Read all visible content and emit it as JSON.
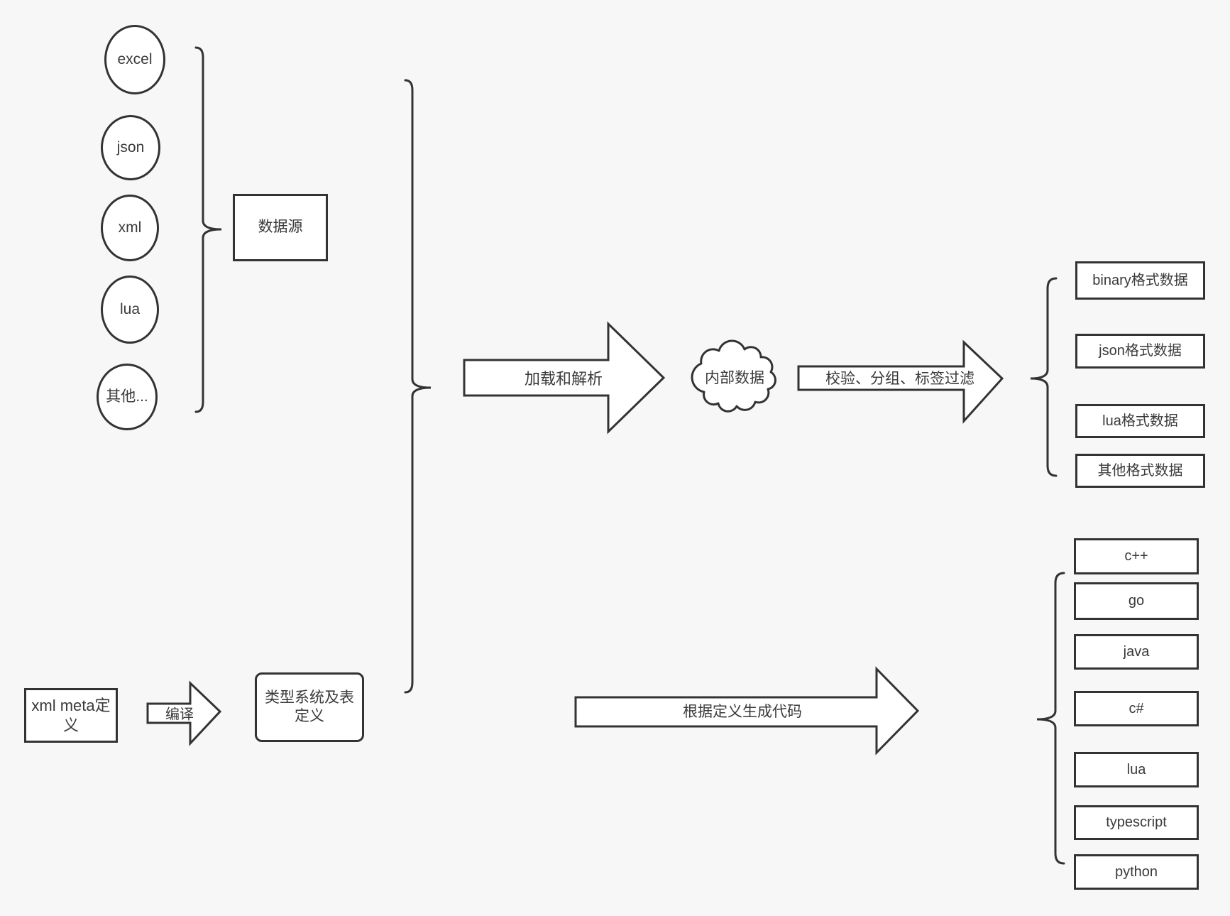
{
  "theme": {
    "background": "#f7f7f7",
    "node_fill": "#ffffff",
    "stroke": "#333333",
    "text": "#3a3a3a"
  },
  "sources": {
    "items": [
      "excel",
      "json",
      "xml",
      "lua",
      "其他..."
    ],
    "group_label": "数据源"
  },
  "pipeline": {
    "load_arrow_label": "加载和解析",
    "internal_data_label": "内部数据",
    "filter_arrow_label": "校验、分组、标签过滤"
  },
  "formats": [
    "binary格式数据",
    "json格式数据",
    "lua格式数据",
    "其他格式数据"
  ],
  "definition": {
    "xml_meta_label": "xml meta定义",
    "compile_arrow_label": "编译",
    "type_system_label": "类型系统及表定义",
    "codegen_arrow_label": "根据定义生成代码"
  },
  "languages": [
    "c++",
    "go",
    "java",
    "c#",
    "lua",
    "typescript",
    "python"
  ]
}
